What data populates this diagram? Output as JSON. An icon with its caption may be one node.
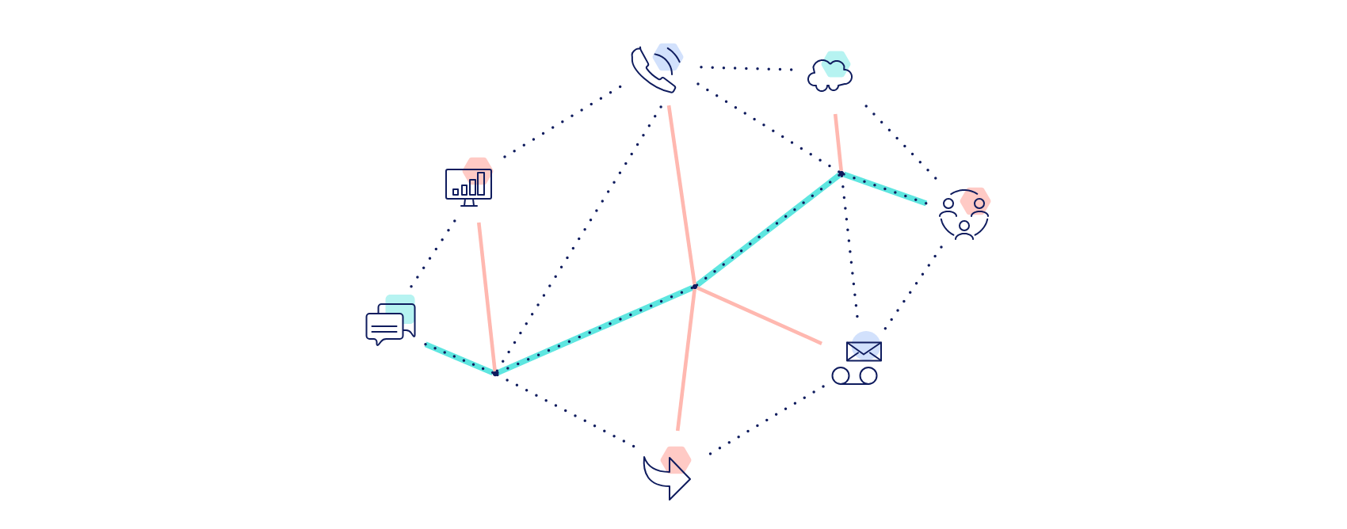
{
  "diagram": {
    "nodes": [
      {
        "text": [],
        "shape": "phone"
      },
      {
        "text": [],
        "shape": "cloud"
      },
      {
        "text": [],
        "shape": "monitor"
      },
      {
        "text": [],
        "shape": "people"
      },
      {
        "text": [],
        "shape": "chat"
      },
      {
        "text": [],
        "shape": "envelope"
      },
      {
        "text": [],
        "shape": "arrow"
      },
      {
        "text": [],
        "shape": "dot"
      },
      {
        "text": [],
        "shape": "dot"
      },
      {
        "text": [],
        "shape": "dot"
      }
    ],
    "edges": [
      {
        "from": 4,
        "to": 9,
        "arrow": "none",
        "style": "thick",
        "color": "#5ee6e0"
      },
      {
        "from": 9,
        "to": 8,
        "arrow": "none",
        "style": "thick",
        "color": "#5ee6e0"
      },
      {
        "from": 8,
        "to": 7,
        "arrow": "none",
        "style": "thick",
        "color": "#5ee6e0"
      },
      {
        "from": 7,
        "to": 3,
        "arrow": "none",
        "style": "thick",
        "color": "#5ee6e0"
      },
      {
        "from": 2,
        "to": 9,
        "arrow": "none",
        "color": "#ffb8b0"
      },
      {
        "from": 0,
        "to": 8,
        "arrow": "none",
        "color": "#ffb8b0"
      },
      {
        "from": 1,
        "to": 7,
        "arrow": "none",
        "color": "#ffb8b0"
      },
      {
        "from": 8,
        "to": 5,
        "arrow": "none",
        "color": "#ffb8b0"
      },
      {
        "from": 8,
        "to": 6,
        "arrow": "none",
        "color": "#ffb8b0"
      },
      {
        "from": 2,
        "to": 0,
        "arrow": "none",
        "style": "dashed"
      },
      {
        "from": 0,
        "to": 1,
        "arrow": "none",
        "style": "dashed"
      },
      {
        "from": 0,
        "to": 7,
        "arrow": "none",
        "style": "dashed"
      },
      {
        "from": 0,
        "to": 9,
        "arrow": "none",
        "style": "dashed"
      },
      {
        "from": 1,
        "to": 3,
        "arrow": "none",
        "style": "dashed"
      },
      {
        "from": 2,
        "to": 4,
        "arrow": "none",
        "style": "dashed"
      },
      {
        "from": 7,
        "to": 5,
        "arrow": "none",
        "style": "dashed"
      },
      {
        "from": 3,
        "to": 5,
        "arrow": "none",
        "style": "dashed"
      },
      {
        "from": 9,
        "to": 6,
        "arrow": "none",
        "style": "dashed"
      },
      {
        "from": 5,
        "to": 6,
        "arrow": "none",
        "style": "dashed"
      }
    ]
  }
}
